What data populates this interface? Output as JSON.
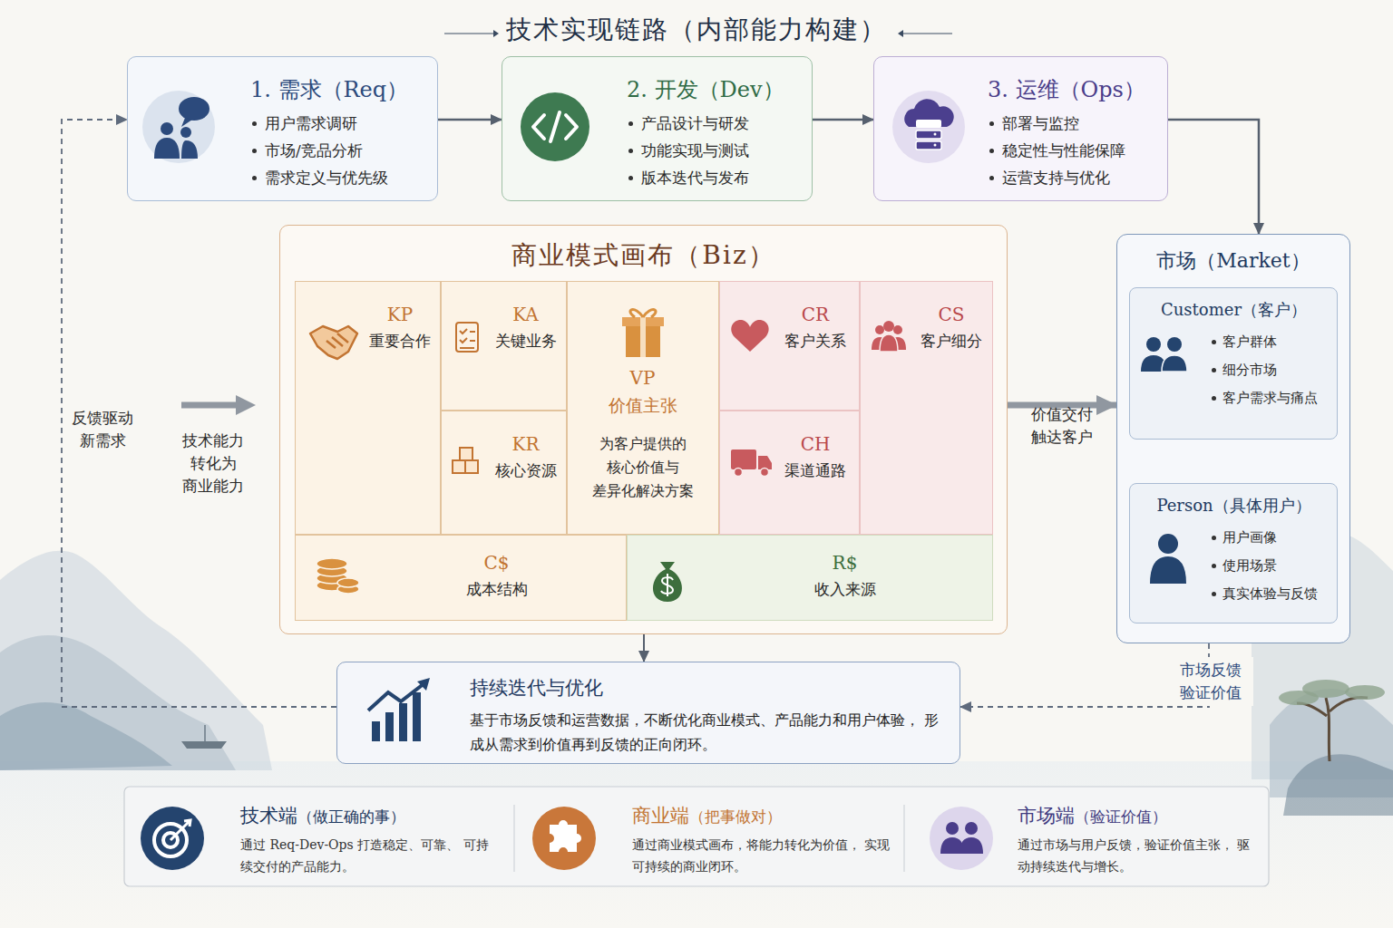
{
  "diagram": {
    "title": "技术实现链路（内部能力构建）",
    "nodes": [
      {
        "text": [
          "1. 需求（Req）",
          "用户需求调研",
          "市场/竞品分析",
          "需求定义与优先级"
        ]
      },
      {
        "text": [
          "2. 开发（Dev）",
          "产品设计与研发",
          "功能实现与测试",
          "版本迭代与发布"
        ]
      },
      {
        "text": [
          "3. 运维（Ops）",
          "部署与监控",
          "稳定性与性能保障",
          "运营支持与优化"
        ]
      },
      {
        "text": [
          "商业模式画布（Biz）"
        ]
      },
      {
        "text": [
          "KP",
          "重要合作"
        ],
        "in": 3
      },
      {
        "text": [
          "KA",
          "关键业务"
        ],
        "in": 3
      },
      {
        "text": [
          "KR",
          "核心资源"
        ],
        "in": 3
      },
      {
        "text": [
          "VP",
          "价值主张",
          "为客户提供的 核心价值与 差异化解决方案"
        ],
        "in": 3
      },
      {
        "text": [
          "CR",
          "客户关系"
        ],
        "in": 3
      },
      {
        "text": [
          "CH",
          "渠道通路"
        ],
        "in": 3
      },
      {
        "text": [
          "CS",
          "客户细分"
        ],
        "in": 3
      },
      {
        "text": [
          "C$",
          "成本结构"
        ],
        "in": 3
      },
      {
        "text": [
          "R$",
          "收入来源"
        ],
        "in": 3
      },
      {
        "text": [
          "市场（Market）"
        ]
      },
      {
        "text": [
          "Customer（客户）",
          "客户群体",
          "细分市场",
          "客户需求与痛点"
        ],
        "in": 13
      },
      {
        "text": [
          "Person（具体用户）",
          "用户画像",
          "使用场景",
          "真实体验与反馈"
        ],
        "in": 13
      },
      {
        "text": [
          "持续迭代与优化",
          "基于市场反馈和运营数据，不断优化商业模式、产品能力和用户体验， 形成从需求到价值再到反馈的正向闭环。"
        ]
      },
      {
        "text": [
          "技术端",
          "（做正确的事）",
          "通过 Req-Dev-Ops 打造稳定、可靠、 可持续交付的产品能力。"
        ]
      },
      {
        "text": [
          "商业端",
          "（把事做对）",
          "通过商业模式画布，将能力转化为价值， 实现可持续的商业闭环。"
        ]
      },
      {
        "text": [
          "市场端",
          "（验证价值）",
          "通过市场与用户反馈，验证价值主张， 驱动持续迭代与增长。"
        ]
      }
    ],
    "edges": [
      {
        "from": 0,
        "to": 1,
        "arrow": "to"
      },
      {
        "from": 1,
        "to": 2,
        "arrow": "to"
      },
      {
        "from": 2,
        "to": 13,
        "arrow": "to"
      },
      {
        "from": 3,
        "to": 13,
        "arrow": "to",
        "label": "价值交付 触达客户"
      },
      {
        "from": 3,
        "to": 16,
        "arrow": "to"
      },
      {
        "from": 13,
        "to": 16,
        "arrow": "to",
        "label": "市场反馈 验证价值"
      },
      {
        "from": 14,
        "to": 15,
        "arrow": "to"
      },
      {
        "from": 16,
        "to": 0,
        "arrow": "to",
        "label": "反馈驱动 新需求"
      }
    ],
    "labels": [
      "技术能力 转化为 商业能力"
    ]
  }
}
